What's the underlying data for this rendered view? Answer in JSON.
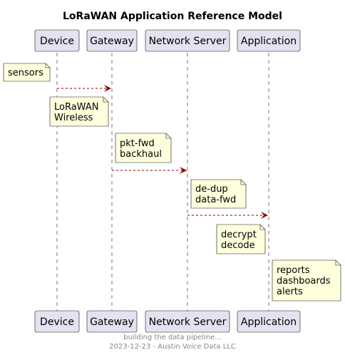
{
  "title": "LoRaWAN Application Reference Model",
  "participants": [
    "Device",
    "Gateway",
    "Network Server",
    "Application"
  ],
  "notes": [
    {
      "lines": [
        "sensors"
      ]
    },
    {
      "lines": [
        "LoRaWAN",
        "Wireless"
      ]
    },
    {
      "lines": [
        "pkt-fwd",
        "backhaul"
      ]
    },
    {
      "lines": [
        "de-dup",
        "data-fwd"
      ]
    },
    {
      "lines": [
        "decrypt",
        "decode"
      ]
    },
    {
      "lines": [
        "reports",
        "dashboards",
        "alerts"
      ]
    }
  ],
  "messages": [
    {
      "from": "Device",
      "to": "Gateway"
    },
    {
      "from": "Gateway",
      "to": "Network Server"
    },
    {
      "from": "Network Server",
      "to": "Application"
    }
  ],
  "footer": [
    "building the data pipeline...",
    "2023-12-23 - Austin Voice Data LLC"
  ],
  "colors": {
    "participant_fill": "#E2E2F0",
    "participant_border": "#181818",
    "note_fill": "#FEFFDD",
    "note_border": "#181818",
    "arrow": "#8B0000",
    "lifeline": "#181818",
    "footer_text": "#888888"
  }
}
